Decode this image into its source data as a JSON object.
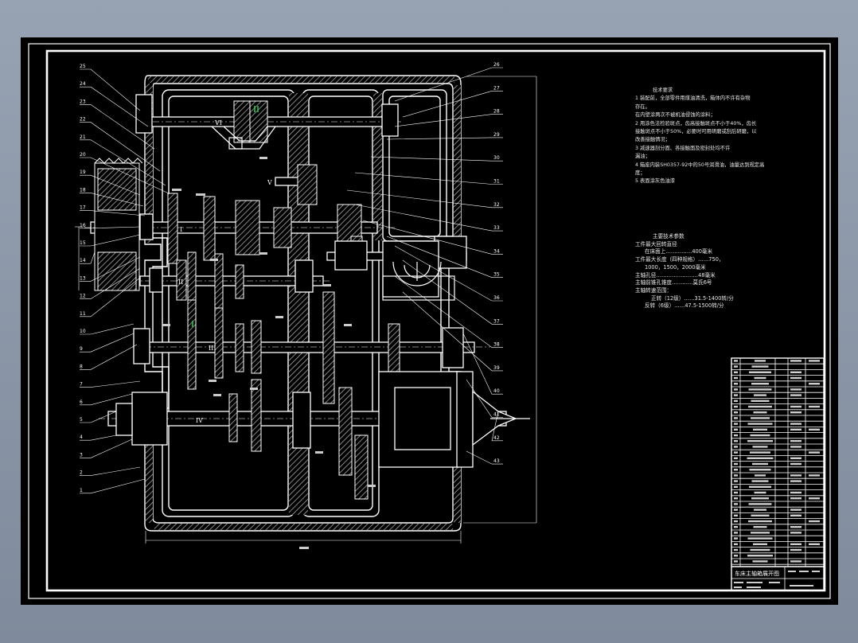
{
  "tech_requirements": {
    "title": "技术要求",
    "lines": [
      "1  装配前，全部零件用煤油清洗，箱体内不许有杂物",
      "存在。",
      "   在内壁涂两次不被机油侵蚀的涂料；",
      "2  用涂色法检验斑点，齿高接触斑点不小于40%，齿长",
      "接触斑点不小于50%，必要时可用研磨或刮后研磨，以",
      "改善接触情况；",
      "3  减速器剖分面、各接触面及密封处均不许",
      "漏油；",
      "4  箱座内装SH0357-92中的50号润滑油，油量达到规定高",
      "度；",
      "5  表面涂灰色油漆"
    ]
  },
  "main_params": {
    "title": "主要技术参数",
    "lines": [
      "工件最大回转直径",
      "在床面上……………400毫米",
      "工件最大长度（四种规格）……750，",
      "1000，1500，2000毫米",
      "主轴孔径……………………48毫米",
      "主轴前锥孔锥度…………莫氏6号",
      "主轴转速范围：",
      "正转（12级）……31.5-1400转/分",
      "反转（6级）……47.5-1500转/分"
    ]
  },
  "roman_labels": [
    "I",
    "II",
    "III",
    "IV",
    "V",
    "VI"
  ],
  "left_callouts": [
    "25",
    "24",
    "23",
    "22",
    "21",
    "20",
    "19",
    "18",
    "17",
    "16",
    "15",
    "14",
    "13",
    "12",
    "11",
    "10",
    "9",
    "8",
    "7",
    "6",
    "5",
    "4",
    "3",
    "2",
    "1"
  ],
  "right_callouts": [
    "26",
    "27",
    "28",
    "29",
    "30",
    "31",
    "32",
    "33",
    "34",
    "35",
    "36",
    "37",
    "38",
    "39",
    "40",
    "41",
    "42",
    "43"
  ],
  "title_block": {
    "drawing_title": "车床主轴箱展开图"
  },
  "colors": {
    "sheet_background": "#000000",
    "line_white": "#ffffff",
    "hatch": "#9a9a9a",
    "green_mark": "#22c84a",
    "window_bg_top": "#97a3b3",
    "window_bg_bottom": "#7f8b9c"
  }
}
